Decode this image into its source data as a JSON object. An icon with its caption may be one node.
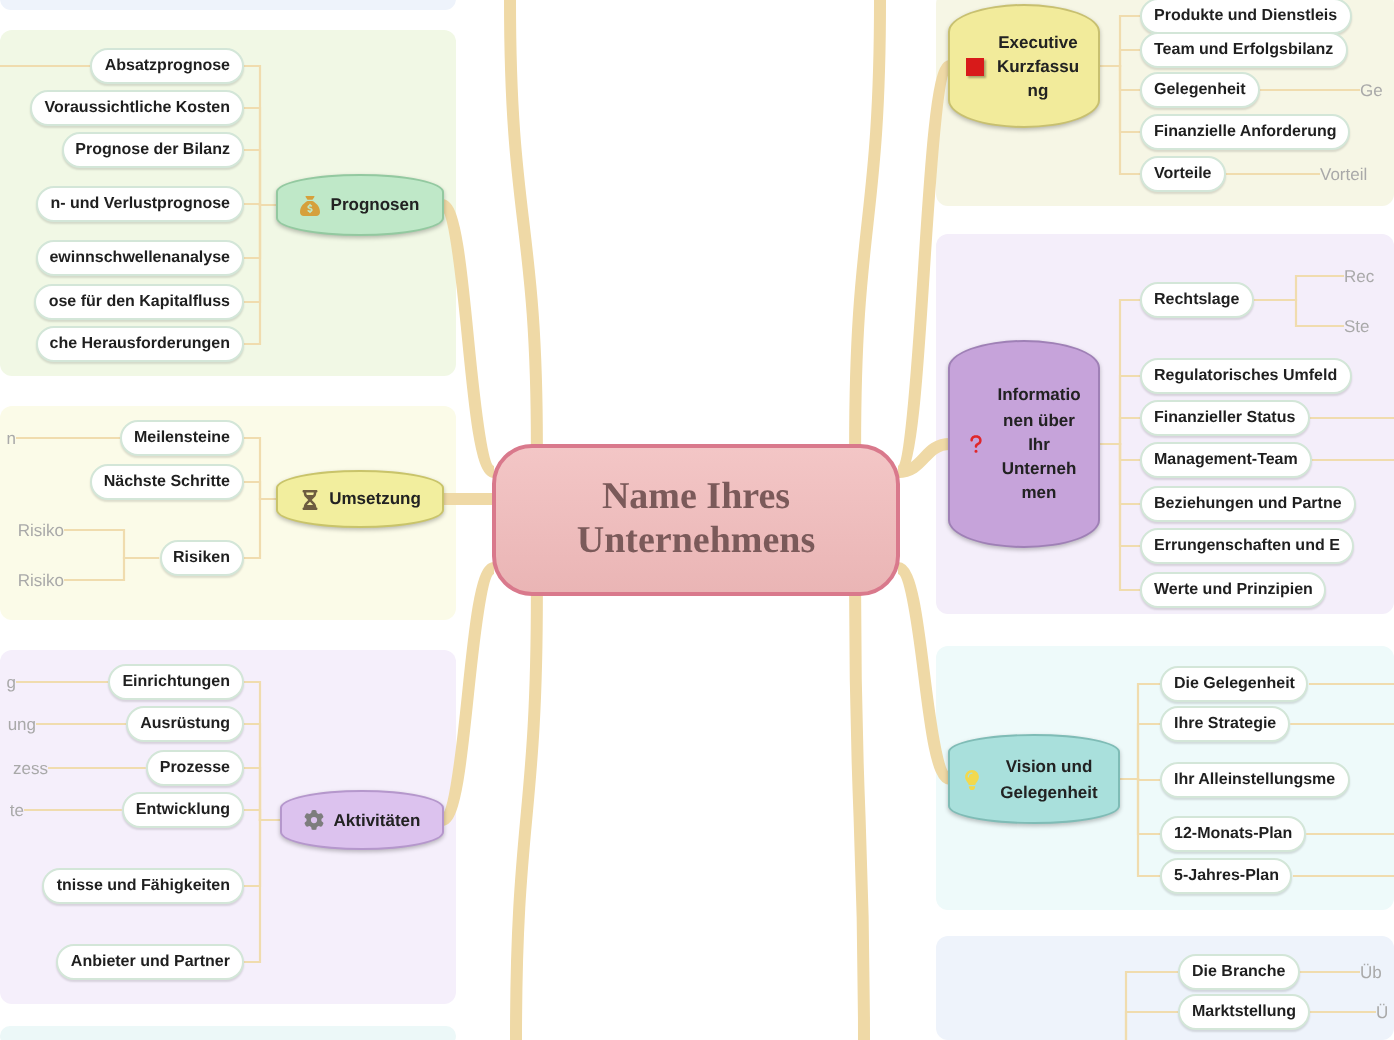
{
  "diagram": {
    "nodes": [
      {
        "text": [
          "Name Ihres Unternehmens"
        ]
      },
      {
        "text": [
          "Prognosen"
        ]
      },
      {
        "text": [
          "Absatzprognose"
        ]
      },
      {
        "text": [
          "Voraussichtliche Kosten"
        ]
      },
      {
        "text": [
          "Prognose der Bilanz"
        ]
      },
      {
        "text": [
          "n- und Verlustprognose"
        ]
      },
      {
        "text": [
          "ewinnschwellenanalyse"
        ]
      },
      {
        "text": [
          "ose für den Kapitalfluss"
        ]
      },
      {
        "text": [
          "che Herausforderungen"
        ]
      },
      {
        "text": [
          "Umsetzung"
        ]
      },
      {
        "text": [
          "Meilensteine"
        ]
      },
      {
        "text": [
          "Nächste Schritte"
        ]
      },
      {
        "text": [
          "Risiken"
        ]
      },
      {
        "text": [
          "Aktivitäten"
        ]
      },
      {
        "text": [
          "Einrichtungen"
        ]
      },
      {
        "text": [
          "Ausrüstung"
        ]
      },
      {
        "text": [
          "Prozesse"
        ]
      },
      {
        "text": [
          "Entwicklung"
        ]
      },
      {
        "text": [
          "tnisse und Fähigkeiten"
        ]
      },
      {
        "text": [
          "Anbieter und Partner"
        ]
      },
      {
        "text": [
          "Executive Kurzfassung"
        ]
      },
      {
        "text": [
          "Produkte und Dienstleis"
        ]
      },
      {
        "text": [
          "Team und Erfolgsbilanz"
        ]
      },
      {
        "text": [
          "Gelegenheit"
        ]
      },
      {
        "text": [
          "Finanzielle Anforderung"
        ]
      },
      {
        "text": [
          "Vorteile"
        ]
      },
      {
        "text": [
          "Informationen über Ihr Unternehmen"
        ]
      },
      {
        "text": [
          "Rechtslage"
        ]
      },
      {
        "text": [
          "Regulatorisches Umfeld"
        ]
      },
      {
        "text": [
          "Finanzieller Status"
        ]
      },
      {
        "text": [
          "Management-Team"
        ]
      },
      {
        "text": [
          "Beziehungen und Partne"
        ]
      },
      {
        "text": [
          "Errungenschaften und E"
        ]
      },
      {
        "text": [
          "Werte und Prinzipien"
        ]
      },
      {
        "text": [
          "Vision und Gelegenheit"
        ]
      },
      {
        "text": [
          "Die Gelegenheit"
        ]
      },
      {
        "text": [
          "Ihre Strategie"
        ]
      },
      {
        "text": [
          "Ihr Alleinstellungsme"
        ]
      },
      {
        "text": [
          "12-Monats-Plan"
        ]
      },
      {
        "text": [
          "5-Jahres-Plan"
        ]
      },
      {
        "text": [
          "Die Branche"
        ]
      },
      {
        "text": [
          "Marktstellung"
        ]
      },
      {
        "text": [
          "n"
        ]
      },
      {
        "text": [
          "Risiko"
        ]
      },
      {
        "text": [
          "Risiko"
        ]
      },
      {
        "text": [
          "g"
        ]
      },
      {
        "text": [
          "ung"
        ]
      },
      {
        "text": [
          "zess"
        ]
      },
      {
        "text": [
          "te"
        ]
      },
      {
        "text": [
          "Ge"
        ]
      },
      {
        "text": [
          "Vorteil"
        ]
      },
      {
        "text": [
          "Rec"
        ]
      },
      {
        "text": [
          "Ste"
        ]
      },
      {
        "text": [
          "Üb"
        ]
      },
      {
        "text": [
          "Ü"
        ]
      }
    ],
    "edges": [
      {
        "from": 0,
        "to": 1,
        "arrow": "none",
        "style": "thick"
      },
      {
        "from": 0,
        "to": 9,
        "arrow": "none",
        "style": "thick"
      },
      {
        "from": 0,
        "to": 13,
        "arrow": "none",
        "style": "thick"
      },
      {
        "from": 0,
        "to": 20,
        "arrow": "none",
        "style": "thick"
      },
      {
        "from": 0,
        "to": 26,
        "arrow": "none",
        "style": "thick"
      },
      {
        "from": 0,
        "to": 34,
        "arrow": "none",
        "style": "thick"
      },
      {
        "from": 0,
        "to": null,
        "arrow": "none",
        "style": "thick"
      },
      {
        "from": 0,
        "to": null,
        "arrow": "none",
        "style": "thick"
      },
      {
        "from": 0,
        "to": null,
        "arrow": "none",
        "style": "thick"
      },
      {
        "from": 0,
        "to": null,
        "arrow": "none",
        "style": "thick"
      },
      {
        "from": 1,
        "to": 2,
        "arrow": "none"
      },
      {
        "from": 1,
        "to": 3,
        "arrow": "none"
      },
      {
        "from": 1,
        "to": 4,
        "arrow": "none"
      },
      {
        "from": 1,
        "to": 5,
        "arrow": "none"
      },
      {
        "from": 1,
        "to": 6,
        "arrow": "none"
      },
      {
        "from": 1,
        "to": 7,
        "arrow": "none"
      },
      {
        "from": 1,
        "to": 8,
        "arrow": "none"
      },
      {
        "from": 9,
        "to": 10,
        "arrow": "none"
      },
      {
        "from": 9,
        "to": 11,
        "arrow": "none"
      },
      {
        "from": 9,
        "to": 12,
        "arrow": "none"
      },
      {
        "from": 13,
        "to": 14,
        "arrow": "none"
      },
      {
        "from": 13,
        "to": 15,
        "arrow": "none"
      },
      {
        "from": 13,
        "to": 16,
        "arrow": "none"
      },
      {
        "from": 13,
        "to": 17,
        "arrow": "none"
      },
      {
        "from": 13,
        "to": 18,
        "arrow": "none"
      },
      {
        "from": 13,
        "to": 19,
        "arrow": "none"
      },
      {
        "from": 20,
        "to": 21,
        "arrow": "none"
      },
      {
        "from": 20,
        "to": 22,
        "arrow": "none"
      },
      {
        "from": 20,
        "to": 23,
        "arrow": "none"
      },
      {
        "from": 20,
        "to": 24,
        "arrow": "none"
      },
      {
        "from": 20,
        "to": 25,
        "arrow": "none"
      },
      {
        "from": 26,
        "to": 27,
        "arrow": "none"
      },
      {
        "from": 26,
        "to": 28,
        "arrow": "none"
      },
      {
        "from": 26,
        "to": 29,
        "arrow": "none"
      },
      {
        "from": 26,
        "to": 30,
        "arrow": "none"
      },
      {
        "from": 26,
        "to": 31,
        "arrow": "none"
      },
      {
        "from": 26,
        "to": 32,
        "arrow": "none"
      },
      {
        "from": 26,
        "to": 33,
        "arrow": "none"
      },
      {
        "from": 34,
        "to": 35,
        "arrow": "none"
      },
      {
        "from": 34,
        "to": 36,
        "arrow": "none"
      },
      {
        "from": 34,
        "to": 37,
        "arrow": "none"
      },
      {
        "from": 34,
        "to": 38,
        "arrow": "none"
      },
      {
        "from": 34,
        "to": 39,
        "arrow": "none"
      },
      {
        "from": null,
        "to": 40,
        "arrow": "none"
      },
      {
        "from": null,
        "to": 41,
        "arrow": "none"
      },
      {
        "from": 10,
        "to": 42,
        "arrow": "none"
      },
      {
        "from": 12,
        "to": 43,
        "arrow": "none"
      },
      {
        "from": 12,
        "to": 44,
        "arrow": "none"
      },
      {
        "from": 14,
        "to": 45,
        "arrow": "none"
      },
      {
        "from": 15,
        "to": 46,
        "arrow": "none"
      },
      {
        "from": 16,
        "to": 47,
        "arrow": "none"
      },
      {
        "from": 17,
        "to": 48,
        "arrow": "none"
      },
      {
        "from": 23,
        "to": 49,
        "arrow": "none"
      },
      {
        "from": 25,
        "to": 50,
        "arrow": "none"
      },
      {
        "from": 27,
        "to": 51,
        "arrow": "none"
      },
      {
        "from": 27,
        "to": 52,
        "arrow": "none"
      },
      {
        "from": 40,
        "to": 53,
        "arrow": "none"
      },
      {
        "from": 41,
        "to": 54,
        "arrow": "none"
      },
      {
        "from": 2,
        "to": null,
        "arrow": "none"
      },
      {
        "from": 29,
        "to": null,
        "arrow": "none"
      },
      {
        "from": 30,
        "to": null,
        "arrow": "none"
      },
      {
        "from": 35,
        "to": null,
        "arrow": "none"
      },
      {
        "from": 36,
        "to": null,
        "arrow": "none"
      },
      {
        "from": 38,
        "to": null,
        "arrow": "none"
      },
      {
        "from": 39,
        "to": null,
        "arrow": "none"
      }
    ]
  }
}
